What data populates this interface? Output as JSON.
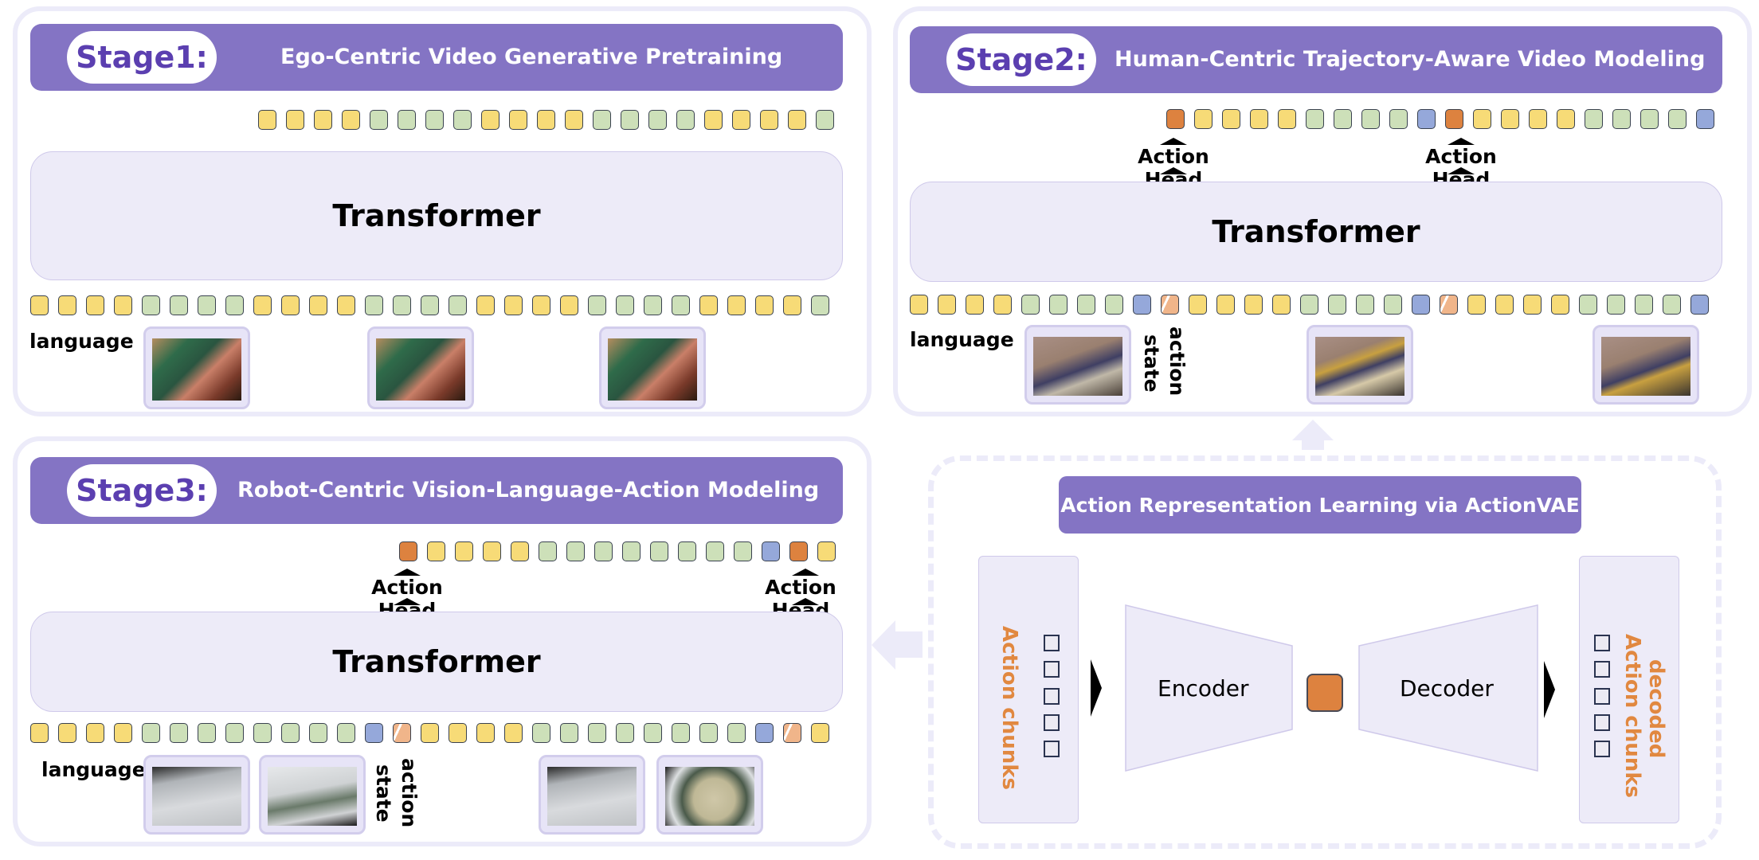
{
  "stage1": {
    "pill": "Stage1:",
    "title": "Ego-Centric Video Generative Pretraining",
    "transformer": "Transformer",
    "language": "language",
    "top_tokens": [
      "Y",
      "Y",
      "Y",
      "Y",
      "G",
      "G",
      "G",
      "G",
      "Y",
      "Y",
      "Y",
      "Y",
      "G",
      "G",
      "G",
      "G",
      "Y",
      "Y",
      "Y",
      "Y",
      "G"
    ],
    "bottom_tokens": [
      "Y",
      "Y",
      "Y",
      "Y",
      "G",
      "G",
      "G",
      "G",
      "Y",
      "Y",
      "Y",
      "Y",
      "G",
      "G",
      "G",
      "G",
      "Y",
      "Y",
      "Y",
      "Y",
      "G",
      "G",
      "G",
      "G",
      "Y",
      "Y",
      "Y",
      "Y",
      "G"
    ],
    "frames": [
      "ego-hands-frame-1",
      "ego-hands-frame-2",
      "ego-hands-frame-3"
    ]
  },
  "stage2": {
    "pill": "Stage2:",
    "title": "Human-Centric Trajectory-Aware Video Modeling",
    "transformer": "Transformer",
    "language": "language",
    "action_head": "Action Head",
    "action_label": "action",
    "state_label": "state",
    "top_tokens": [
      "O",
      "Y",
      "Y",
      "Y",
      "Y",
      "G",
      "G",
      "G",
      "G",
      "B",
      "O",
      "Y",
      "Y",
      "Y",
      "Y",
      "G",
      "G",
      "G",
      "G",
      "B"
    ],
    "bottom_tokens": [
      "Y",
      "Y",
      "Y",
      "Y",
      "G",
      "G",
      "G",
      "G",
      "B",
      "H",
      "Y",
      "Y",
      "Y",
      "Y",
      "G",
      "G",
      "G",
      "G",
      "B",
      "H",
      "Y",
      "Y",
      "Y",
      "Y",
      "G",
      "G",
      "G",
      "G",
      "B"
    ],
    "frames": [
      "human-drawing-frame-1",
      "human-drawing-frame-2",
      "human-drawing-frame-3"
    ]
  },
  "stage3": {
    "pill": "Stage3:",
    "title": "Robot-Centric Vision-Language-Action Modeling",
    "transformer": "Transformer",
    "language": "language",
    "action_head": "Action Head",
    "action_label": "action",
    "state_label": "state",
    "top_tokens": [
      "O",
      "Y",
      "Y",
      "Y",
      "Y",
      "G",
      "G",
      "G",
      "G",
      "G",
      "G",
      "G",
      "G",
      "B",
      "O",
      "Y"
    ],
    "bottom_tokens": [
      "Y",
      "Y",
      "Y",
      "Y",
      "G",
      "G",
      "G",
      "G",
      "G",
      "G",
      "G",
      "G",
      "B",
      "H",
      "Y",
      "Y",
      "Y",
      "Y",
      "G",
      "G",
      "G",
      "G",
      "G",
      "G",
      "G",
      "G",
      "B",
      "H",
      "Y"
    ],
    "frames": [
      "robot-third-person-frame-1",
      "robot-wrist-frame-1",
      "robot-third-person-frame-2",
      "robot-wrist-frame-2"
    ]
  },
  "vae": {
    "title": "Action Representation Learning via ActionVAE",
    "input_label": "Action chunks",
    "encoder": "Encoder",
    "decoder": "Decoder",
    "output_label_1": "decoded",
    "output_label_2": "Action chunks"
  },
  "colors": {
    "header": "#8474c4",
    "pill_text": "#5b3fb0",
    "token_yellow": "#f7db77",
    "token_green": "#cde0b9",
    "token_blue": "#95a8da",
    "token_orange": "#dd823f",
    "action_label": "#e18840",
    "panel_border": "#ecebf9"
  },
  "legend_token_types": {
    "Y": "video-token-yellow",
    "G": "video-token-green",
    "B": "state-token",
    "O": "action-output-token",
    "H": "action-query-token"
  }
}
